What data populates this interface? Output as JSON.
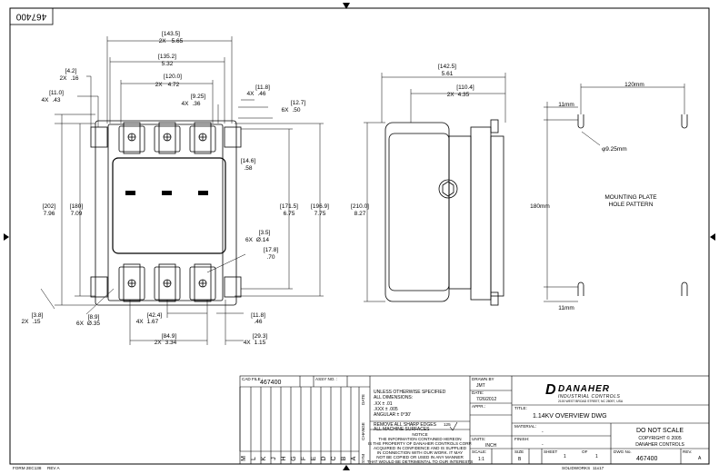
{
  "drawing_number_rotated": "467400",
  "front_view": {
    "top_dims": [
      {
        "mm": "[143.5]",
        "count": "2X",
        "inch": "5.65"
      },
      {
        "mm": "[135.2]",
        "inch": "5.32"
      },
      {
        "mm": "[120.0]",
        "count": "2X",
        "inch": "4.72"
      },
      {
        "mm": "[4.2]",
        "count": "2X",
        "inch": ".16"
      },
      {
        "mm": "[11.0]",
        "count": "4X",
        "inch": ".43"
      },
      {
        "mm": "[9.25]",
        "count": "4X",
        "inch": ".36"
      },
      {
        "mm": "[11.8]",
        "count": "4X",
        "inch": ".46"
      },
      {
        "mm": "[12.7]",
        "count": "6X",
        "inch": ".50"
      },
      {
        "mm": "[14.6]",
        "inch": ".58"
      }
    ],
    "side_dims": [
      {
        "mm": "[202]",
        "inch": "7.96"
      },
      {
        "mm": "[180]",
        "inch": "7.09"
      },
      {
        "mm": "[171.5]",
        "inch": "6.75"
      },
      {
        "mm": "[196.9]",
        "inch": "7.75"
      },
      {
        "mm": "[3.5]",
        "count": "6X",
        "inch": "Ø.14"
      },
      {
        "mm": "[17.8]",
        "inch": ".70"
      }
    ],
    "bottom_dims": [
      {
        "mm": "[3.8]",
        "count": "2X",
        "inch": ".15"
      },
      {
        "mm": "[8.9]",
        "count": "6X",
        "inch": "Ø.35"
      },
      {
        "mm": "[42.4]",
        "count": "4X",
        "inch": "1.67"
      },
      {
        "mm": "[11.8]",
        "inch": ".46"
      },
      {
        "mm": "[84.9]",
        "count": "2X",
        "inch": "3.34"
      },
      {
        "mm": "[29.3]",
        "count": "4X",
        "inch": "1.15"
      }
    ]
  },
  "side_view": {
    "dims": [
      {
        "mm": "[142.5]",
        "inch": "5.61"
      },
      {
        "mm": "[110.4]",
        "count": "2X",
        "inch": "4.35"
      },
      {
        "mm": "[210.0]",
        "inch": "8.27"
      }
    ]
  },
  "mounting": {
    "width": "120mm",
    "height": "180mm",
    "offset_top": "11mm",
    "offset_bottom": "11mm",
    "hole": "φ9.25mm",
    "title_line1": "MOUNTING PLATE",
    "title_line2": "HOLE PATTERN"
  },
  "title_block": {
    "cad_label": "CAD FILE :",
    "cad_value": "467400",
    "assy_label": "ASSY NO. :",
    "tolerance_lines": [
      "UNLESS OTHERWISE SPECIFIED",
      "ALL DIMENSIONS:",
      ".XX ± .01",
      ".XXX ± .005",
      "ANGULAR ± 0°30'"
    ],
    "finish_note_1": "REMOVE ALL SHARP EDGES",
    "finish_note_2": "ALL MACHINE SURFACES",
    "finish_symbol": "125",
    "notice_title": "NOTICE",
    "notice_lines": [
      "THE INFORMATION CONTAINED HEREON",
      "IS THE PROPERTY OF DANAHER CONTROLS CORP.",
      "ACQUIRED IN CONFIDENCE AND IS SUPPLIED",
      "IN CONNECTION WITH OUR WORK. IT MAY",
      "NOT BE COPIED OR USED IN ANY MANNER",
      "THAT WOULD BE DETRIMENTAL TO OUR INTERESTS"
    ],
    "date_header": "DATE",
    "change_header": "CHANGE",
    "sym_header": "SYM",
    "rev_letters": [
      "M",
      "L",
      "K",
      "J",
      "H",
      "G",
      "F",
      "E",
      "D",
      "C",
      "B",
      "A"
    ],
    "drawn_by_label": "DRAWN BY",
    "drawn_by": "JMT",
    "date_label": "DATE:",
    "date": "7/26/2012",
    "appr_label": "APPR.:",
    "units_label": "UNITS:",
    "units": "INCH",
    "scale_label": "SCALE:",
    "scale": "1:1",
    "company_name": "DANAHER",
    "company_sub": "INDUSTRIAL CONTROLS",
    "company_addr": "2100 WEST BROAD STREET, NC 28097, USA",
    "title_label": "TITLE:",
    "title": "1.14KV OVERVIEW DWG",
    "material_label": "MATERIAL:",
    "material": "-",
    "finish_label": "FINISH:",
    "finish": "-",
    "dns": "DO NOT SCALE",
    "copyright1": "COPYRIGHT © 2005",
    "copyright2": "DANAHER CONTROLS",
    "size_label": "SIZE",
    "size": "B",
    "sheet_label": "SHEET",
    "sheet_num": "1",
    "sheet_of": "OF",
    "sheet_total": "1",
    "dwg_label": "DWG No.",
    "dwg": "467400",
    "rev_label": "REV.",
    "rev": "A"
  },
  "footer": {
    "form": "FORM 2EC138",
    "form_rev": "REV A",
    "solidworks": "SOLIDWORKS",
    "paper": "11x17"
  }
}
